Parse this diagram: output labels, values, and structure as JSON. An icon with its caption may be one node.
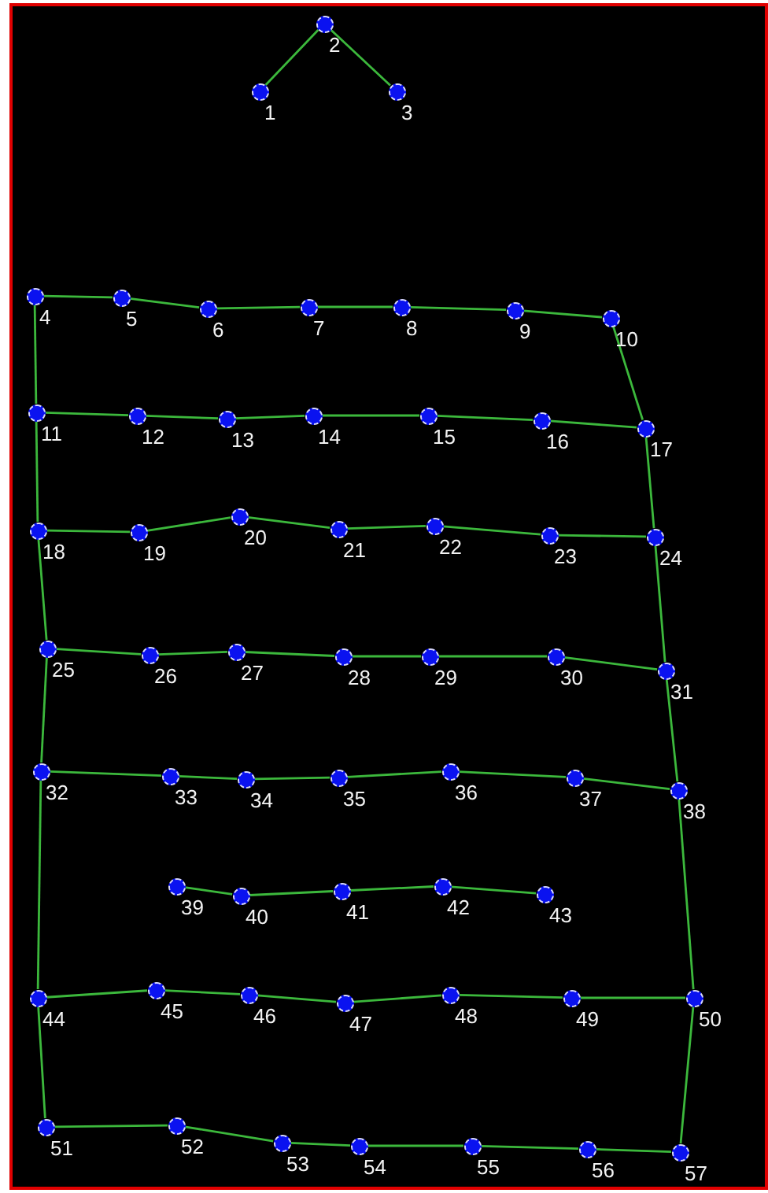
{
  "diagram": {
    "nodes": [
      {
        "text": [],
        "shape": "circle",
        "beside": [
          "1"
        ]
      },
      {
        "text": [],
        "shape": "circle",
        "beside": [
          "2"
        ]
      },
      {
        "text": [],
        "shape": "circle",
        "beside": [
          "3"
        ]
      },
      {
        "text": [],
        "shape": "circle",
        "beside": [
          "4"
        ]
      },
      {
        "text": [],
        "shape": "circle",
        "beside": [
          "5"
        ]
      },
      {
        "text": [],
        "shape": "circle",
        "beside": [
          "6"
        ]
      },
      {
        "text": [],
        "shape": "circle",
        "beside": [
          "7"
        ]
      },
      {
        "text": [],
        "shape": "circle",
        "beside": [
          "8"
        ]
      },
      {
        "text": [],
        "shape": "circle",
        "beside": [
          "9"
        ]
      },
      {
        "text": [],
        "shape": "circle",
        "beside": [
          "10"
        ]
      },
      {
        "text": [],
        "shape": "circle",
        "beside": [
          "11"
        ]
      },
      {
        "text": [],
        "shape": "circle",
        "beside": [
          "12"
        ]
      },
      {
        "text": [],
        "shape": "circle",
        "beside": [
          "13"
        ]
      },
      {
        "text": [],
        "shape": "circle",
        "beside": [
          "14"
        ]
      },
      {
        "text": [],
        "shape": "circle",
        "beside": [
          "15"
        ]
      },
      {
        "text": [],
        "shape": "circle",
        "beside": [
          "16"
        ]
      },
      {
        "text": [],
        "shape": "circle",
        "beside": [
          "17"
        ]
      },
      {
        "text": [],
        "shape": "circle",
        "beside": [
          "18"
        ]
      },
      {
        "text": [],
        "shape": "circle",
        "beside": [
          "19"
        ]
      },
      {
        "text": [],
        "shape": "circle",
        "beside": [
          "20"
        ]
      },
      {
        "text": [],
        "shape": "circle",
        "beside": [
          "21"
        ]
      },
      {
        "text": [],
        "shape": "circle",
        "beside": [
          "22"
        ]
      },
      {
        "text": [],
        "shape": "circle",
        "beside": [
          "23"
        ]
      },
      {
        "text": [],
        "shape": "circle",
        "beside": [
          "24"
        ]
      },
      {
        "text": [],
        "shape": "circle",
        "beside": [
          "25"
        ]
      },
      {
        "text": [],
        "shape": "circle",
        "beside": [
          "26"
        ]
      },
      {
        "text": [],
        "shape": "circle",
        "beside": [
          "27"
        ]
      },
      {
        "text": [],
        "shape": "circle",
        "beside": [
          "28"
        ]
      },
      {
        "text": [],
        "shape": "circle",
        "beside": [
          "29"
        ]
      },
      {
        "text": [],
        "shape": "circle",
        "beside": [
          "30"
        ]
      },
      {
        "text": [],
        "shape": "circle",
        "beside": [
          "31"
        ]
      },
      {
        "text": [],
        "shape": "circle",
        "beside": [
          "32"
        ]
      },
      {
        "text": [],
        "shape": "circle",
        "beside": [
          "33"
        ]
      },
      {
        "text": [],
        "shape": "circle",
        "beside": [
          "34"
        ]
      },
      {
        "text": [],
        "shape": "circle",
        "beside": [
          "35"
        ]
      },
      {
        "text": [],
        "shape": "circle",
        "beside": [
          "36"
        ]
      },
      {
        "text": [],
        "shape": "circle",
        "beside": [
          "37"
        ]
      },
      {
        "text": [],
        "shape": "circle",
        "beside": [
          "38"
        ]
      },
      {
        "text": [],
        "shape": "circle",
        "beside": [
          "39"
        ]
      },
      {
        "text": [],
        "shape": "circle",
        "beside": [
          "40"
        ]
      },
      {
        "text": [],
        "shape": "circle",
        "beside": [
          "41"
        ]
      },
      {
        "text": [],
        "shape": "circle",
        "beside": [
          "42"
        ]
      },
      {
        "text": [],
        "shape": "circle",
        "beside": [
          "43"
        ]
      },
      {
        "text": [],
        "shape": "circle",
        "beside": [
          "44"
        ]
      },
      {
        "text": [],
        "shape": "circle",
        "beside": [
          "45"
        ]
      },
      {
        "text": [],
        "shape": "circle",
        "beside": [
          "46"
        ]
      },
      {
        "text": [],
        "shape": "circle",
        "beside": [
          "47"
        ]
      },
      {
        "text": [],
        "shape": "circle",
        "beside": [
          "48"
        ]
      },
      {
        "text": [],
        "shape": "circle",
        "beside": [
          "49"
        ]
      },
      {
        "text": [],
        "shape": "circle",
        "beside": [
          "50"
        ]
      },
      {
        "text": [],
        "shape": "circle",
        "beside": [
          "51"
        ]
      },
      {
        "text": [],
        "shape": "circle",
        "beside": [
          "52"
        ]
      },
      {
        "text": [],
        "shape": "circle",
        "beside": [
          "53"
        ]
      },
      {
        "text": [],
        "shape": "circle",
        "beside": [
          "54"
        ]
      },
      {
        "text": [],
        "shape": "circle",
        "beside": [
          "55"
        ]
      },
      {
        "text": [],
        "shape": "circle",
        "beside": [
          "56"
        ]
      },
      {
        "text": [],
        "shape": "circle",
        "beside": [
          "57"
        ]
      }
    ],
    "edges": [
      {
        "from": 1,
        "to": 0,
        "arrow": "none"
      },
      {
        "from": 1,
        "to": 2,
        "arrow": "none"
      },
      {
        "from": 3,
        "to": 4,
        "arrow": "none"
      },
      {
        "from": 4,
        "to": 5,
        "arrow": "none"
      },
      {
        "from": 5,
        "to": 6,
        "arrow": "none"
      },
      {
        "from": 6,
        "to": 7,
        "arrow": "none"
      },
      {
        "from": 7,
        "to": 8,
        "arrow": "none"
      },
      {
        "from": 8,
        "to": 9,
        "arrow": "none"
      },
      {
        "from": 9,
        "to": 16,
        "arrow": "none"
      },
      {
        "from": 3,
        "to": 10,
        "arrow": "none"
      },
      {
        "from": 10,
        "to": 11,
        "arrow": "none"
      },
      {
        "from": 11,
        "to": 12,
        "arrow": "none"
      },
      {
        "from": 12,
        "to": 13,
        "arrow": "none"
      },
      {
        "from": 13,
        "to": 14,
        "arrow": "none"
      },
      {
        "from": 14,
        "to": 15,
        "arrow": "none"
      },
      {
        "from": 15,
        "to": 16,
        "arrow": "none"
      },
      {
        "from": 10,
        "to": 17,
        "arrow": "none"
      },
      {
        "from": 16,
        "to": 23,
        "arrow": "none"
      },
      {
        "from": 17,
        "to": 18,
        "arrow": "none"
      },
      {
        "from": 18,
        "to": 19,
        "arrow": "none"
      },
      {
        "from": 19,
        "to": 20,
        "arrow": "none"
      },
      {
        "from": 20,
        "to": 21,
        "arrow": "none"
      },
      {
        "from": 21,
        "to": 22,
        "arrow": "none"
      },
      {
        "from": 22,
        "to": 23,
        "arrow": "none"
      },
      {
        "from": 17,
        "to": 24,
        "arrow": "none"
      },
      {
        "from": 23,
        "to": 30,
        "arrow": "none"
      },
      {
        "from": 24,
        "to": 25,
        "arrow": "none"
      },
      {
        "from": 25,
        "to": 26,
        "arrow": "none"
      },
      {
        "from": 26,
        "to": 27,
        "arrow": "none"
      },
      {
        "from": 27,
        "to": 28,
        "arrow": "none"
      },
      {
        "from": 28,
        "to": 29,
        "arrow": "none"
      },
      {
        "from": 29,
        "to": 30,
        "arrow": "none"
      },
      {
        "from": 24,
        "to": 31,
        "arrow": "none"
      },
      {
        "from": 30,
        "to": 37,
        "arrow": "none"
      },
      {
        "from": 31,
        "to": 32,
        "arrow": "none"
      },
      {
        "from": 32,
        "to": 33,
        "arrow": "none"
      },
      {
        "from": 33,
        "to": 34,
        "arrow": "none"
      },
      {
        "from": 34,
        "to": 35,
        "arrow": "none"
      },
      {
        "from": 35,
        "to": 36,
        "arrow": "none"
      },
      {
        "from": 36,
        "to": 37,
        "arrow": "none"
      },
      {
        "from": 31,
        "to": 43,
        "arrow": "none"
      },
      {
        "from": 37,
        "to": 49,
        "arrow": "none"
      },
      {
        "from": 38,
        "to": 39,
        "arrow": "none"
      },
      {
        "from": 39,
        "to": 40,
        "arrow": "none"
      },
      {
        "from": 40,
        "to": 41,
        "arrow": "none"
      },
      {
        "from": 41,
        "to": 42,
        "arrow": "none"
      },
      {
        "from": 43,
        "to": 44,
        "arrow": "none"
      },
      {
        "from": 44,
        "to": 45,
        "arrow": "none"
      },
      {
        "from": 45,
        "to": 46,
        "arrow": "none"
      },
      {
        "from": 46,
        "to": 47,
        "arrow": "none"
      },
      {
        "from": 47,
        "to": 48,
        "arrow": "none"
      },
      {
        "from": 48,
        "to": 49,
        "arrow": "none"
      },
      {
        "from": 43,
        "to": 50,
        "arrow": "none"
      },
      {
        "from": 49,
        "to": 56,
        "arrow": "none"
      },
      {
        "from": 50,
        "to": 51,
        "arrow": "none"
      },
      {
        "from": 51,
        "to": 52,
        "arrow": "none"
      },
      {
        "from": 52,
        "to": 53,
        "arrow": "none"
      },
      {
        "from": 53,
        "to": 54,
        "arrow": "none"
      },
      {
        "from": 54,
        "to": 55,
        "arrow": "none"
      },
      {
        "from": 55,
        "to": 56,
        "arrow": "none"
      }
    ]
  }
}
